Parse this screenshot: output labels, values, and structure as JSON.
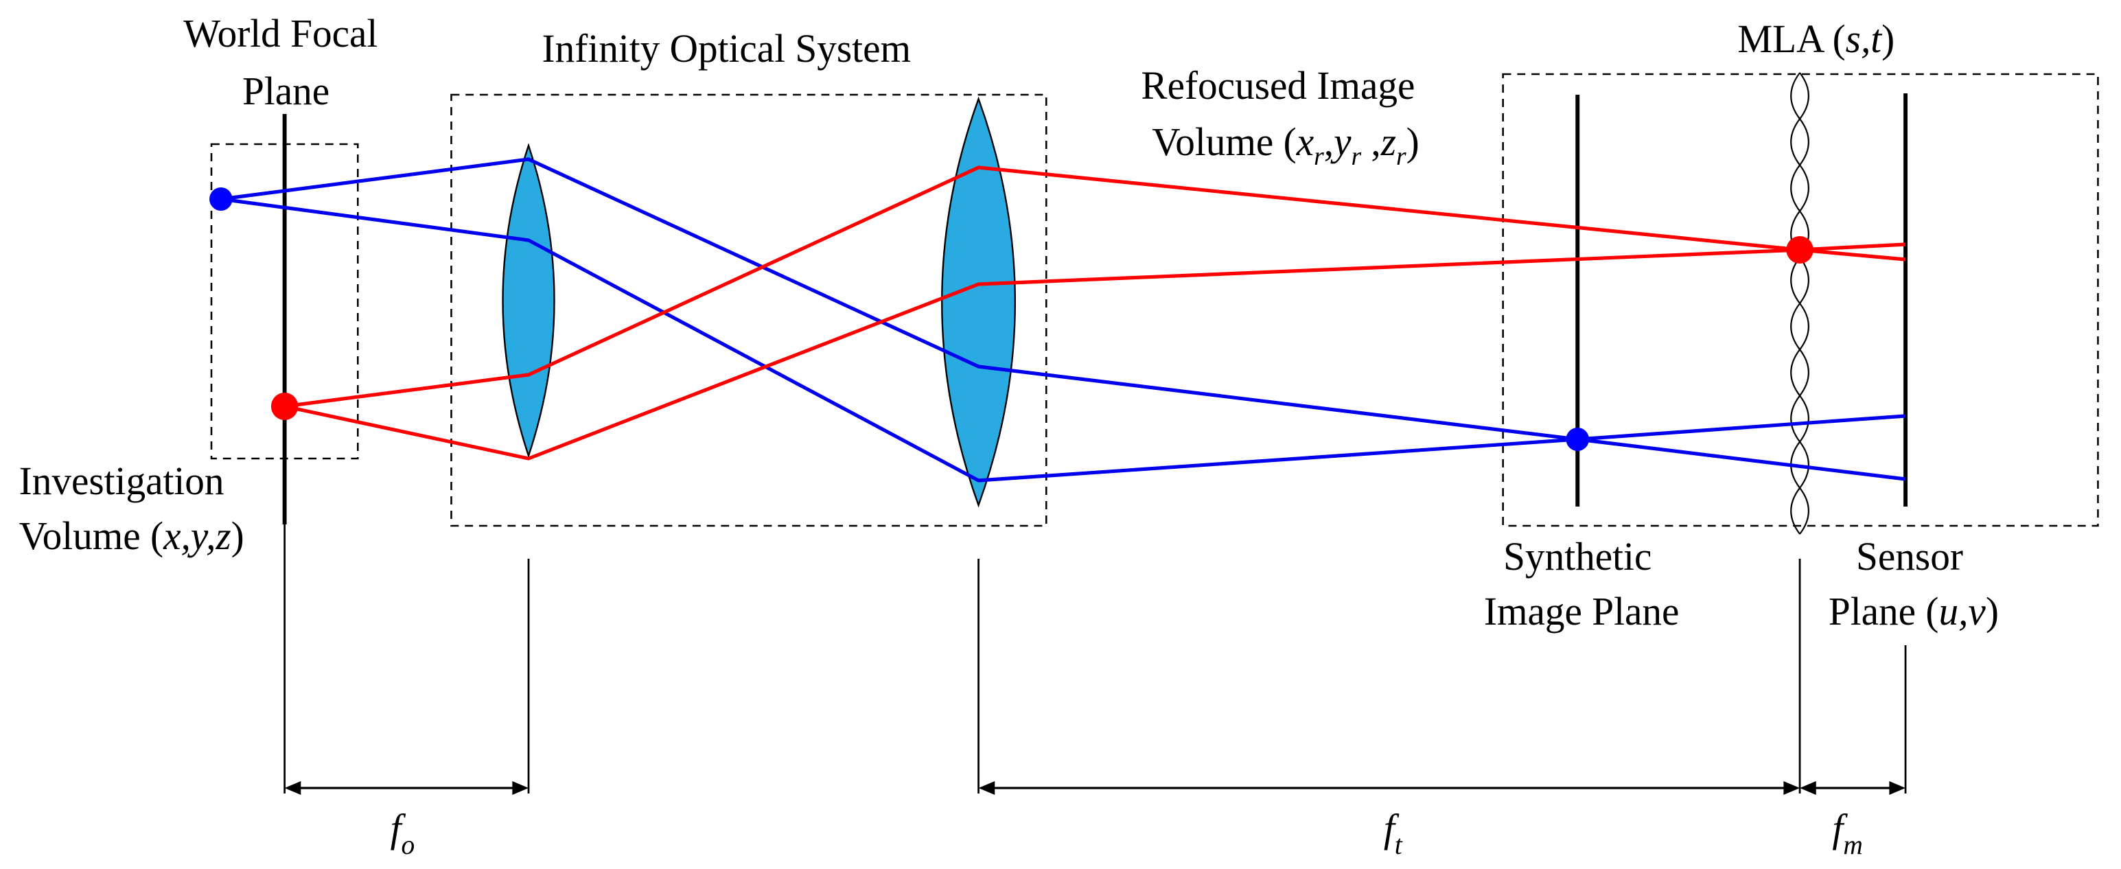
{
  "colors": {
    "ray_blue": "#0000ee",
    "ray_red": "#ff0000",
    "lens_fill": "#29abe2",
    "point_blue": "#0000ff",
    "point_red": "#ff0000"
  },
  "labels": {
    "world_focal_plane_line1": "World Focal",
    "world_focal_plane_line2": "Plane",
    "infinity_optical_system": "Infinity Optical System",
    "refocused_line1": "Refocused Image",
    "refocused_volume_prefix": "Volume (",
    "refocused_x": "x",
    "refocused_y": "y",
    "refocused_z": "z",
    "refocused_sub": "r",
    "comma": ",",
    "comma_spaced": " ,",
    "close_paren": ")",
    "mla_prefix": "MLA (",
    "mla_coords": "s,t",
    "investigation_line1": "Investigation",
    "investigation_prefix": "Volume (",
    "investigation_coords": "x,y,z",
    "synthetic_line1": "Synthetic",
    "synthetic_line2": "Image Plane",
    "sensor_line1": "Sensor",
    "sensor_prefix": "Plane (",
    "sensor_coords": "u,v"
  },
  "dimensions": {
    "fo_main": "f",
    "fo_sub": "o",
    "ft_main": "f",
    "ft_sub": "t",
    "fm_main": "f",
    "fm_sub": "m"
  }
}
